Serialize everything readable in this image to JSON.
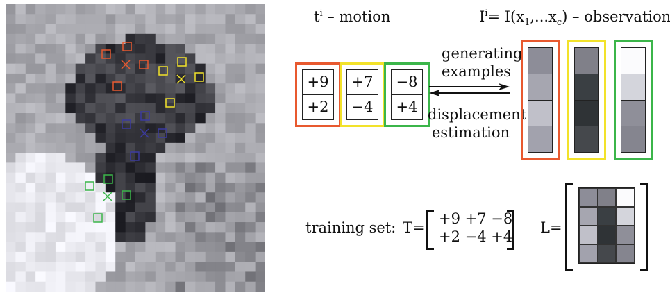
{
  "header": {
    "motion_label": "t",
    "motion_sup": "i",
    "motion_rest": " – motion",
    "obs_label": "I",
    "obs_sup": "i",
    "obs_rest": "= I(x",
    "obs_sub1": "1",
    "obs_mid": ",...x",
    "obs_sub2": "c",
    "obs_end": ") – observation"
  },
  "arrows": {
    "forward_line1": "generating",
    "forward_line2": "examples",
    "backward_line1": "displacement",
    "backward_line2": "estimation"
  },
  "colors": {
    "red": "#e8592f",
    "yellow": "#f2e22a",
    "green": "#3bb54a",
    "blue": "#3b3aa0"
  },
  "motion_vectors": [
    {
      "color": "red",
      "top": "+9",
      "bottom": "+2"
    },
    {
      "color": "yellow",
      "top": "+7",
      "bottom": "−4"
    },
    {
      "color": "green",
      "top": "−8",
      "bottom": "+4"
    }
  ],
  "observations": [
    {
      "color": "red",
      "cells": [
        "#8d8d98",
        "#a6a6b0",
        "#c0c0c9",
        "#a2a2ad"
      ]
    },
    {
      "color": "yellow",
      "cells": [
        "#808089",
        "#3a3f43",
        "#2f3336",
        "#45484c"
      ]
    },
    {
      "color": "green",
      "cells": [
        "#fbfbfd",
        "#d4d5dc",
        "#8f8f99",
        "#85858f"
      ]
    }
  ],
  "training": {
    "label": "training set:",
    "T_label": "T=",
    "row1": "+9 +7 −8",
    "row2": "+2 −4 +4",
    "L_label": "L="
  }
}
